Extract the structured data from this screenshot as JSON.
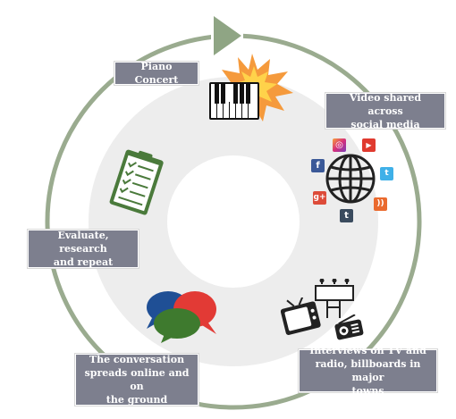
{
  "labels": {
    "piano": "Piano Concert",
    "video": "Video shared across\nsocial media",
    "interviews": "Interviews on TV and\nradio, billboards in major\ntowns",
    "conversation": "The conversation\nspreads online and on\nthe ground",
    "evaluate": "Evaluate, research\nand repeat"
  },
  "colors": {
    "cycle_ring": "#9aab8f",
    "inner_disc": "#ededed",
    "label_bg": "#7d7f8e",
    "label_text": "#ffffff",
    "arrow": "#8fa584",
    "burst_orange": "#f59a3c",
    "burst_yellow": "#ffd24a",
    "checklist_green": "#4a7a3b",
    "bubble_blue": "#1f4f95",
    "bubble_red": "#e23a35",
    "bubble_green": "#3e7a2e"
  },
  "icons": {
    "piano": "piano-keyboard-icon",
    "clipboard": "checklist-clipboard-icon",
    "globe": "globe-icon",
    "social": [
      "instagram-icon",
      "youtube-icon",
      "facebook-icon",
      "twitter-icon",
      "google-plus-icon",
      "rss-icon",
      "tumblr-icon"
    ],
    "tv": "television-icon",
    "billboard": "billboard-icon",
    "radio": "radio-icon",
    "chat": "speech-bubbles-icon"
  }
}
